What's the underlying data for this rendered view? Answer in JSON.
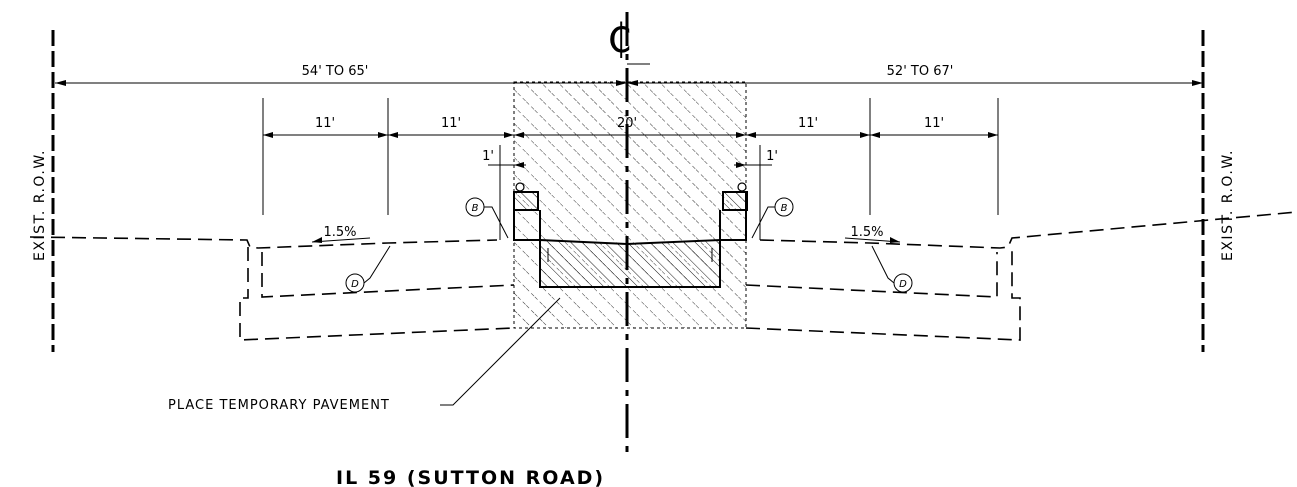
{
  "diagram": {
    "centerline_symbol": "₵",
    "dimensions": {
      "left_overall": "54' TO 65'",
      "right_overall": "52' TO 67'",
      "lane_left_outer": "11'",
      "lane_left_inner": "11'",
      "median": "20'",
      "lane_right_inner": "11'",
      "lane_right_outer": "11'",
      "curb_left": "1'",
      "curb_right": "1'"
    },
    "slopes": {
      "left": "1.5%",
      "right": "1.5%"
    },
    "callouts": {
      "b_left": "B",
      "b_right": "B",
      "d_left": "D",
      "d_right": "D"
    },
    "row_left": "EXIST. R.O.W.",
    "row_right": "EXIST. R.O.W.",
    "note": "PLACE TEMPORARY PAVEMENT",
    "title": "IL 59 (SUTTON ROAD)"
  }
}
